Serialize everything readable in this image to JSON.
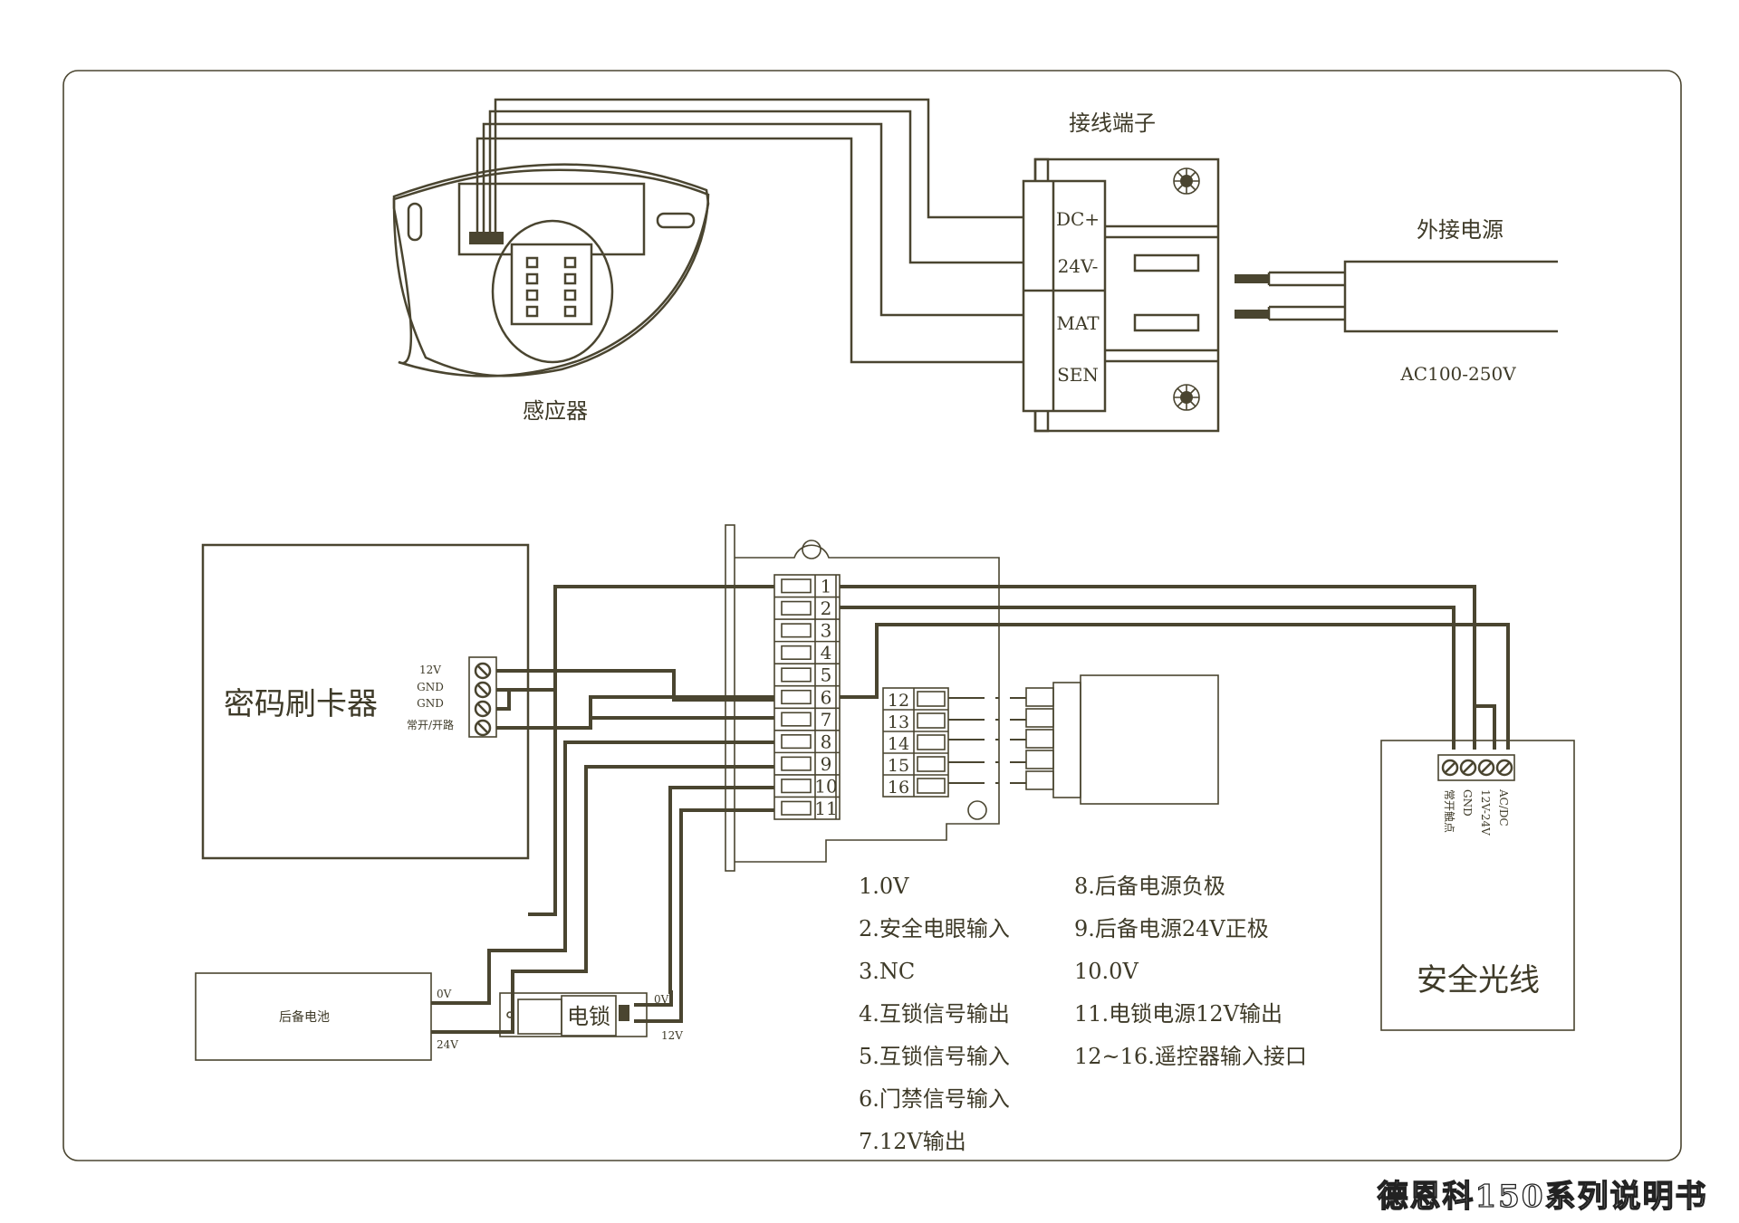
{
  "footer_title": "德恩科150系列说明书",
  "sensor": {
    "label": "感应器"
  },
  "terminal_block_top": {
    "label": "接线端子",
    "pins": [
      "DC+",
      "24V-",
      "MAT",
      "SEN"
    ]
  },
  "external_power": {
    "label": "外接电源",
    "voltage": "AC100-250V"
  },
  "keypad": {
    "label": "密码刷卡器",
    "pins": [
      "12V",
      "GND",
      "GND",
      "常开/开路"
    ]
  },
  "main_terminal": {
    "pins_left": [
      "1",
      "2",
      "3",
      "4",
      "5",
      "6",
      "7",
      "8",
      "9",
      "10",
      "11"
    ],
    "pins_remote": [
      "12",
      "13",
      "14",
      "15",
      "16"
    ]
  },
  "backup_battery": {
    "label": "后备电池",
    "pin_0v": "0V",
    "pin_24v": "24V"
  },
  "electric_lock": {
    "label": "电锁",
    "pin_0v": "0V",
    "pin_12v": "12V"
  },
  "safety_beam": {
    "label": "安全光线",
    "pins": [
      "常开触点",
      "GND",
      "12V-24V",
      "AC/DC"
    ]
  },
  "legend": {
    "left": [
      "1.0V",
      "2.安全电眼输入",
      "3.NC",
      "4.互锁信号输出",
      "5.互锁信号输入",
      "6.门禁信号输入",
      "7.12V输出"
    ],
    "right": [
      "8.后备电源负极",
      "9.后备电源24V正极",
      "10.0V",
      "11.电锁电源12V输出",
      "12~16.遥控器输入接口"
    ]
  },
  "colors": {
    "line": "#4a4530",
    "background": "#ffffff"
  }
}
